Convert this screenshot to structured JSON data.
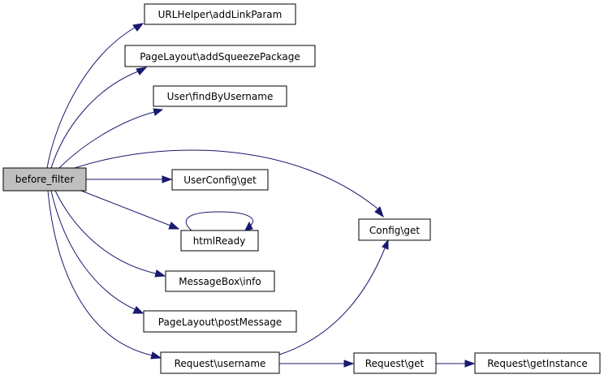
{
  "diagram": {
    "colors": {
      "edge": "#191970",
      "root_fill": "#bfbfbf",
      "node_fill": "#ffffff",
      "border": "#000000"
    },
    "nodes": {
      "before_filter": "before_filter",
      "urlhelper_addlinkparam": "URLHelper\\addLinkParam",
      "pagelayout_addsqueezepackage": "PageLayout\\addSqueezePackage",
      "user_findbyusername": "User\\findByUsername",
      "userconfig_get": "UserConfig\\get",
      "htmlready": "htmlReady",
      "messagebox_info": "MessageBox\\info",
      "pagelayout_postmessage": "PageLayout\\postMessage",
      "request_username": "Request\\username",
      "config_get": "Config\\get",
      "request_get": "Request\\get",
      "request_getinstance": "Request\\getInstance"
    },
    "edges": [
      {
        "from": "before_filter",
        "to": "urlhelper_addlinkparam"
      },
      {
        "from": "before_filter",
        "to": "pagelayout_addsqueezepackage"
      },
      {
        "from": "before_filter",
        "to": "user_findbyusername"
      },
      {
        "from": "before_filter",
        "to": "config_get"
      },
      {
        "from": "before_filter",
        "to": "userconfig_get"
      },
      {
        "from": "before_filter",
        "to": "htmlready"
      },
      {
        "from": "htmlready",
        "to": "htmlready"
      },
      {
        "from": "before_filter",
        "to": "messagebox_info"
      },
      {
        "from": "before_filter",
        "to": "pagelayout_postmessage"
      },
      {
        "from": "before_filter",
        "to": "request_username"
      },
      {
        "from": "request_username",
        "to": "config_get"
      },
      {
        "from": "request_username",
        "to": "request_get"
      },
      {
        "from": "request_get",
        "to": "request_getinstance"
      }
    ]
  }
}
